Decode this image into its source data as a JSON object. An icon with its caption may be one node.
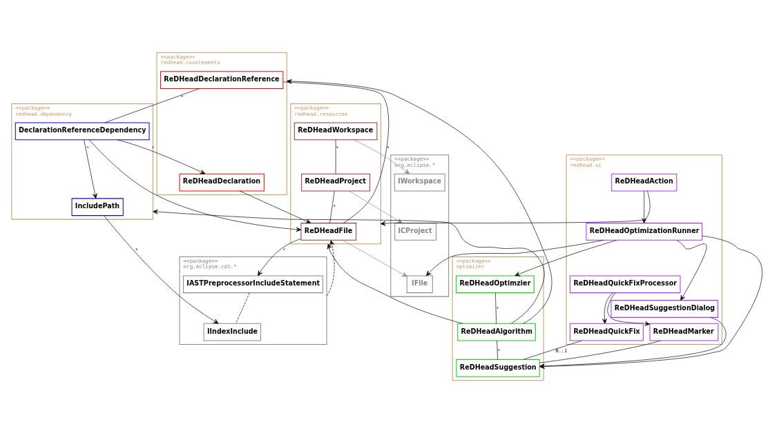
{
  "diagram": {
    "nodes": [
      {
        "text": [
          "<<package>>",
          "redhead.cxxelements"
        ]
      },
      {
        "text": [
          "ReDHeadDeclaration"
        ],
        "in": 0
      },
      {
        "text": [
          "ReDHeadDeclarationReference"
        ],
        "in": 0
      },
      {
        "text": [
          "<<package>>",
          "redhead.resources"
        ]
      },
      {
        "text": [
          "ReDHeadWorkspace"
        ],
        "in": 3
      },
      {
        "text": [
          "ReDHeadProject"
        ],
        "in": 3
      },
      {
        "text": [
          "ReDHeadFile"
        ],
        "in": 3
      },
      {
        "text": [
          "<<package>>",
          "org.eclipse.*"
        ]
      },
      {
        "text": [
          "IWorkspace"
        ],
        "in": 7
      },
      {
        "text": [
          "ICProject"
        ],
        "in": 7
      },
      {
        "text": [
          "IFile"
        ],
        "in": 7
      },
      {
        "text": [
          "<<package>>",
          "redhead.dependency"
        ]
      },
      {
        "text": [
          "DeclarationReferenceDependency"
        ],
        "in": 11
      },
      {
        "text": [
          "IncludePath"
        ],
        "in": 11
      },
      {
        "text": [
          "<<package>>",
          "optimizer"
        ]
      },
      {
        "text": [
          "ReDHeadOptimzier"
        ],
        "in": 14
      },
      {
        "text": [
          "ReDHeadAlgorithm"
        ],
        "in": 14
      },
      {
        "text": [
          "ReDHeadSuggestion"
        ],
        "in": 14
      },
      {
        "text": [
          "<<package>>",
          "redhead.ui"
        ]
      },
      {
        "text": [
          "ReDHeadAction"
        ],
        "in": 18
      },
      {
        "text": [
          "ReDHeadOptimizationRunner"
        ],
        "in": 18
      },
      {
        "text": [
          "ReDHeadMarker"
        ],
        "in": 18
      },
      {
        "text": [
          "ReDHeadQuickFixProcessor"
        ],
        "in": 18
      },
      {
        "text": [
          "ReDHeadQuickFix"
        ],
        "in": 18
      },
      {
        "text": [
          "ReDHeadSuggestionDialog"
        ],
        "in": 18
      },
      {
        "text": [
          "<<package>>",
          "org.eclipse.cdt.*"
        ]
      },
      {
        "text": [
          "IASTPreprocessorIncludeStatement"
        ],
        "in": 25
      },
      {
        "text": [
          "IIndexInclude"
        ],
        "in": 25
      }
    ],
    "edges": [
      {
        "from": 1,
        "to": 6,
        "arrow": "to"
      },
      {
        "from": 2,
        "to": 6,
        "arrow": "none",
        "label": "*"
      },
      {
        "from": 4,
        "to": 5,
        "arrow": "none",
        "label": "*"
      },
      {
        "from": 5,
        "to": 6,
        "arrow": "none",
        "label": "*"
      },
      {
        "from": 4,
        "to": 8,
        "arrow": "to",
        "color": "#888888"
      },
      {
        "from": 5,
        "to": 9,
        "arrow": "to",
        "color": "#888888"
      },
      {
        "from": 6,
        "to": 10,
        "arrow": "to",
        "color": "#888888"
      },
      {
        "from": 12,
        "to": 1,
        "arrow": "to",
        "label": "*"
      },
      {
        "from": 2,
        "to": 12,
        "arrow": "none",
        "label": "*"
      },
      {
        "from": 12,
        "to": 13,
        "arrow": "to",
        "label": "*"
      },
      {
        "from": 12,
        "to": 6,
        "arrow": "to"
      },
      {
        "from": 13,
        "to": 27,
        "arrow": "to",
        "label": "*"
      },
      {
        "from": 6,
        "to": 26,
        "arrow": "to",
        "label": "*"
      },
      {
        "from": 25,
        "to": 6,
        "arrow": "to",
        "style": "dashed"
      },
      {
        "from": 26,
        "to": 27,
        "arrow": "none",
        "style": "dashed"
      },
      {
        "from": 16,
        "to": 0,
        "arrow": "to"
      },
      {
        "from": 16,
        "to": 11,
        "arrow": "to"
      },
      {
        "from": 16,
        "to": 3,
        "arrow": "to"
      },
      {
        "from": 19,
        "to": 3,
        "arrow": "to"
      },
      {
        "from": 19,
        "to": 20,
        "arrow": "to"
      },
      {
        "from": 20,
        "to": 10,
        "arrow": "to"
      },
      {
        "from": 20,
        "to": 15,
        "arrow": "to"
      },
      {
        "from": 20,
        "to": 17,
        "arrow": "to"
      },
      {
        "from": 20,
        "to": 24,
        "arrow": "to"
      },
      {
        "from": 21,
        "to": 17,
        "arrow": "none"
      },
      {
        "from": 22,
        "to": 21,
        "arrow": "to"
      },
      {
        "from": 22,
        "to": 23,
        "arrow": "to"
      },
      {
        "from": 23,
        "to": 17,
        "arrow": "none",
        "label": "0..1"
      },
      {
        "from": 24,
        "to": 17,
        "arrow": "to"
      },
      {
        "from": 15,
        "to": 16,
        "arrow": "none",
        "label": "*"
      },
      {
        "from": 16,
        "to": 17,
        "arrow": "none",
        "label": "*"
      }
    ]
  }
}
